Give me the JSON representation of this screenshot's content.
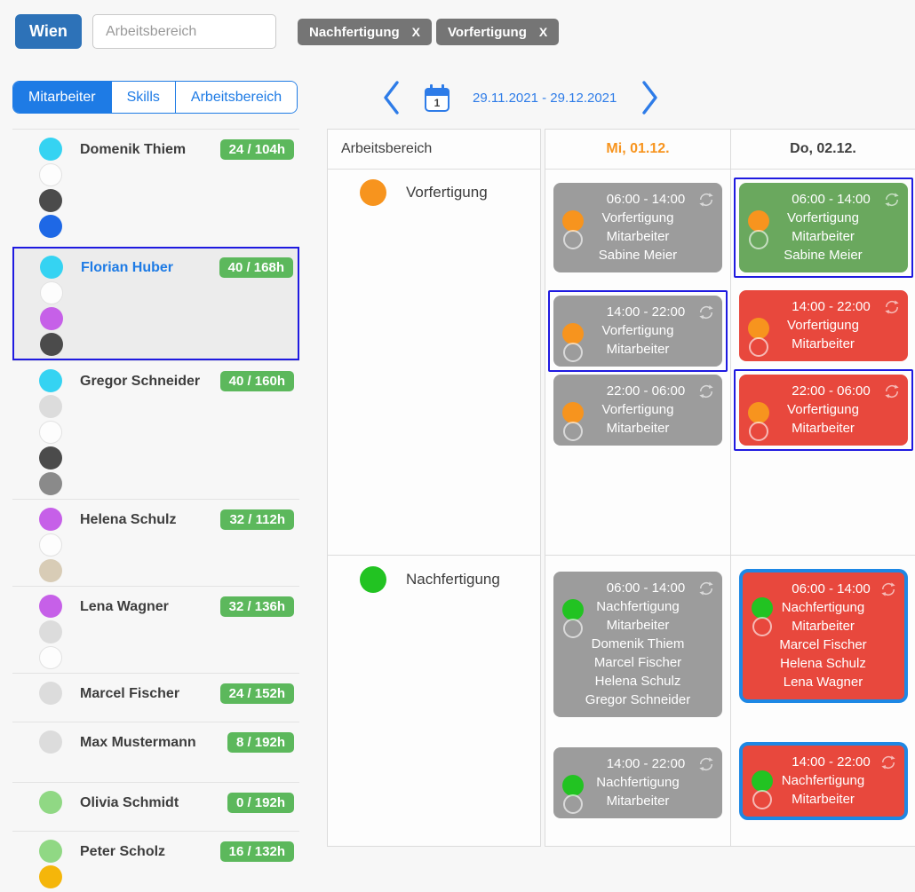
{
  "topbar": {
    "location_button": "Wien",
    "search_placeholder": "Arbeitsbereich",
    "filter_chips": [
      {
        "label": "Nachfertigung",
        "remove": "X"
      },
      {
        "label": "Vorfertigung",
        "remove": "X"
      }
    ]
  },
  "tabs": [
    {
      "label": "Mitarbeiter",
      "active": true
    },
    {
      "label": "Skills",
      "active": false
    },
    {
      "label": "Arbeitsbereich",
      "active": false
    }
  ],
  "date_nav": {
    "calendar_day": "1",
    "range": "29.11.2021 - 29.12.2021"
  },
  "employees": [
    {
      "name": "Domenik Thiem",
      "hours": "24 / 104h",
      "dots": [
        "cyan",
        "white",
        "dark",
        "blue"
      ],
      "selected": false
    },
    {
      "name": "Florian Huber",
      "hours": "40 / 168h",
      "dots": [
        "cyan",
        "white",
        "violet",
        "dark"
      ],
      "selected": true
    },
    {
      "name": "Gregor Schneider",
      "hours": "40 / 160h",
      "dots": [
        "cyan",
        "lightgray",
        "white",
        "dark",
        "gray"
      ],
      "selected": false
    },
    {
      "name": "Helena Schulz",
      "hours": "32 / 112h",
      "dots": [
        "violet",
        "white",
        "tan"
      ],
      "selected": false
    },
    {
      "name": "Lena Wagner",
      "hours": "32 / 136h",
      "dots": [
        "violet",
        "lightgray",
        "white"
      ],
      "selected": false
    },
    {
      "name": "Marcel Fischer",
      "hours": "24 / 152h",
      "dots": [
        "lightgray"
      ],
      "selected": false
    },
    {
      "name": "Max Mustermann",
      "hours": "8 / 192h",
      "dots": [
        "lightgray"
      ],
      "selected": false
    },
    {
      "name": "Olivia Schmidt",
      "hours": "0 / 192h",
      "dots": [
        "lightgreen"
      ],
      "selected": false
    },
    {
      "name": "Peter Scholz",
      "hours": "16 / 132h",
      "dots": [
        "lightgreen",
        "yellow"
      ],
      "selected": false
    }
  ],
  "grid": {
    "area_header": "Arbeitsbereich",
    "day_headers": [
      {
        "label": "Mi, 01.12.",
        "today": true
      },
      {
        "label": "Do, 02.12.",
        "today": false
      }
    ],
    "areas": [
      {
        "name": "Vorfertigung",
        "color": "#f7941e"
      },
      {
        "name": "Nachfertigung",
        "color": "#22c322"
      }
    ],
    "cells": {
      "vorfertigung": {
        "mi": [
          {
            "time": "06:00 - 14:00",
            "area": "Vorfertigung",
            "role": "Mitarbeiter",
            "names": [
              "Sabine Meier"
            ],
            "variant": "gray",
            "selection": "none"
          },
          {
            "time": "14:00 - 22:00",
            "area": "Vorfertigung",
            "role": "Mitarbeiter",
            "names": [],
            "variant": "gray",
            "selection": "outline"
          },
          {
            "time": "22:00 - 06:00",
            "area": "Vorfertigung",
            "role": "Mitarbeiter",
            "names": [],
            "variant": "gray",
            "selection": "none"
          }
        ],
        "do": [
          {
            "time": "06:00 - 14:00",
            "area": "Vorfertigung",
            "role": "Mitarbeiter",
            "names": [
              "Sabine Meier"
            ],
            "variant": "green",
            "selection": "outline"
          },
          {
            "time": "14:00 - 22:00",
            "area": "Vorfertigung",
            "role": "Mitarbeiter",
            "names": [],
            "variant": "red",
            "selection": "none"
          },
          {
            "time": "22:00 - 06:00",
            "area": "Vorfertigung",
            "role": "Mitarbeiter",
            "names": [],
            "variant": "red",
            "selection": "outline"
          }
        ]
      },
      "nachfertigung": {
        "mi": [
          {
            "time": "06:00 - 14:00",
            "area": "Nachfertigung",
            "role": "Mitarbeiter",
            "names": [
              "Domenik Thiem",
              "Marcel Fischer",
              "Helena Schulz",
              "Gregor Schneider"
            ],
            "variant": "gray",
            "selection": "none"
          },
          {
            "time": "14:00 - 22:00",
            "area": "Nachfertigung",
            "role": "Mitarbeiter",
            "names": [],
            "variant": "gray",
            "selection": "none"
          }
        ],
        "do": [
          {
            "time": "06:00 - 14:00",
            "area": "Nachfertigung",
            "role": "Mitarbeiter",
            "names": [
              "Marcel Fischer",
              "Helena Schulz",
              "Lena Wagner"
            ],
            "variant": "red",
            "selection": "border"
          },
          {
            "time": "14:00 - 22:00",
            "area": "Nachfertigung",
            "role": "Mitarbeiter",
            "names": [],
            "variant": "red",
            "selection": "border"
          }
        ]
      }
    }
  },
  "colors": {
    "accent_blue": "#1e7be5",
    "wien_blue": "#2d72b8",
    "chip_gray": "#757575",
    "badge_green": "#5cb85c",
    "card_gray": "#9c9c9c",
    "card_green": "#6aa85e",
    "card_red": "#e8483d",
    "selection_outline_blue": "#1f1ae0",
    "selection_border_blue": "#1e88e5",
    "today_orange": "#f7941e",
    "dot_map": {
      "cyan": "#35d3f2",
      "white": "#fdfdfd",
      "dark": "#4b4b4b",
      "blue": "#1e68e6",
      "violet": "#c660e8",
      "lightgray": "#dcdcdc",
      "gray": "#8a8a8a",
      "tan": "#d8ccb6",
      "lightgreen": "#90d884",
      "yellow": "#f5b60a"
    }
  }
}
